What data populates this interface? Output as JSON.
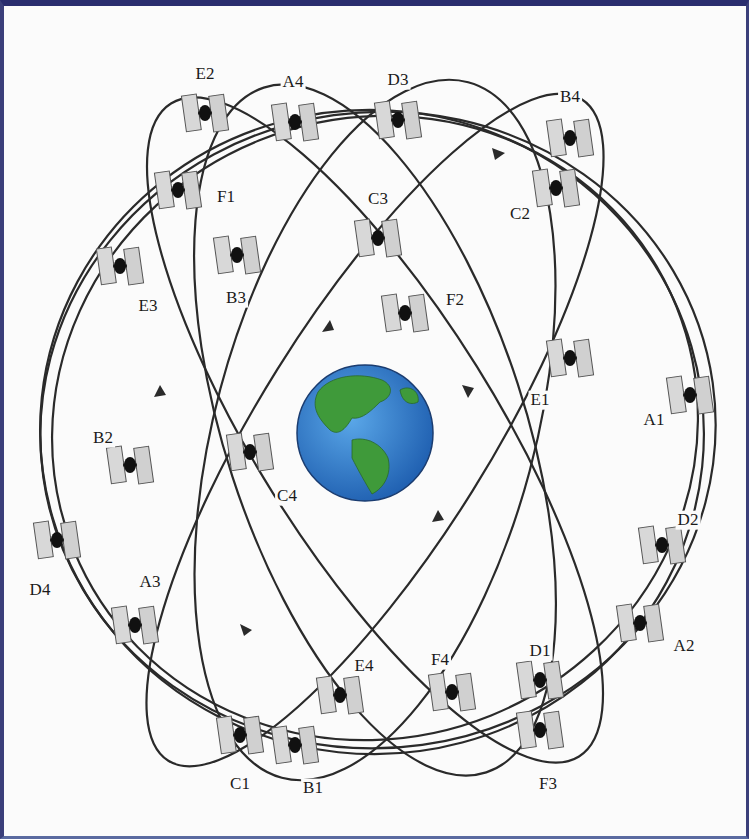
{
  "diagram": {
    "labels": [
      "E2",
      "A4",
      "D3",
      "B4",
      "F1",
      "C3",
      "C2",
      "E3",
      "B3",
      "F2",
      "E1",
      "A1",
      "B2",
      "C4",
      "D2",
      "D4",
      "A3",
      "F4",
      "D1",
      "A2",
      "E4",
      "C1",
      "B1",
      "F3"
    ]
  }
}
